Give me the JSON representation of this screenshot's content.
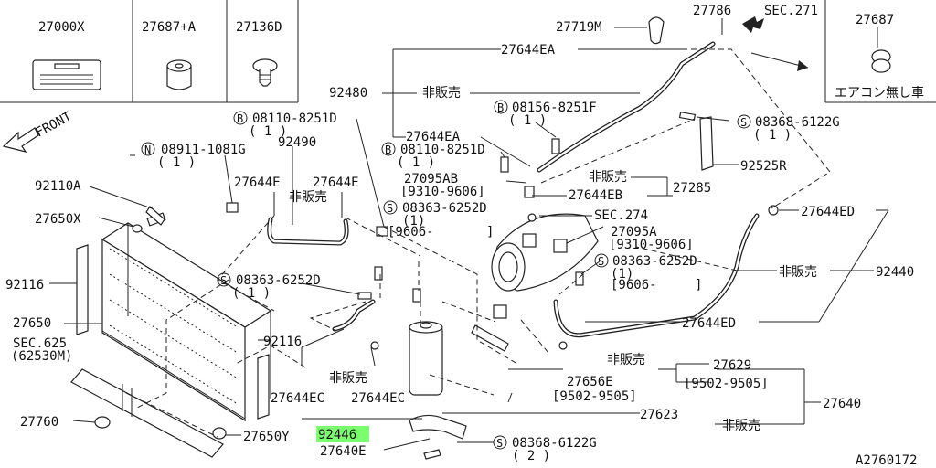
{
  "labels": {
    "p27000x": "27000X",
    "p27687a": "27687+A",
    "p27136d": "27136D",
    "p27719m": "27719M",
    "p27786": "27786",
    "sec271": "SEC.271",
    "p27687": "27687",
    "no_ac": "エアコン無し車",
    "front": "FRONT",
    "p27644ea_1": "27644EA",
    "p92480": "92480",
    "not_sold_1": "非販売",
    "b08110_1": "08110-8251D",
    "qty_1a": "( 1 )",
    "b08156": "08156-8251F",
    "qty_1b": "( 1 )",
    "s08368_1": "08368-6122G",
    "qty_1c": "( 1 )",
    "n08911": "08911-1081G",
    "qty_1d": "( 1 )",
    "p92490": "92490",
    "p27644ea_2": "27644EA",
    "b08110_2": "08110-8251D",
    "qty_1e": "( 1 )",
    "p92525r": "92525R",
    "p27644e_1": "27644E",
    "p27644e_2": "27644E",
    "not_sold_2": "非販売",
    "p27095ab": "27095AB",
    "date_9310_1": "[9310-9606]",
    "p27285": "27285",
    "not_sold_3": "非販売",
    "p27644eb": "27644EB",
    "p92110a": "92110A",
    "s08363_1": "08363-6252D",
    "qty_1f": "(1)",
    "date_9606_1": "[9606-",
    "bracket_1": "]",
    "sec274": "SEC.274",
    "p27644ed_1": "27644ED",
    "p27650x": "27650X",
    "p27095a": "27095A",
    "date_9310_2": "[9310-9606]",
    "s08363_2": "08363-6252D",
    "qty_1g": "(1)",
    "date_9606_2": "[9606-",
    "bracket_2": "]",
    "p92116_1": "92116",
    "s08363_3": "08363-6252D",
    "qty_1h": "( 1 )",
    "not_sold_4": "非販売",
    "p92440": "92440",
    "p27650": "27650",
    "p27644ed_2": "27644ED",
    "sec625": "SEC.625",
    "p62530m": "(62530M)",
    "p92116_2": "92116",
    "not_sold_5": "非販売",
    "p27629": "27629",
    "not_sold_6": "非販売",
    "p27656e": "27656E",
    "date_9502_1": "[9502-9505]",
    "date_9502_2": "[9502-9505]",
    "p27644ec_1": "27644EC",
    "p27644ec_2": "27644EC",
    "p27640": "27640",
    "p27623": "27623",
    "not_sold_7": "非販売",
    "p27760": "27760",
    "p92446": "92446",
    "p27650y": "27650Y",
    "p27640e": "27640E",
    "s08368_2": "08368-6122G",
    "qty_2": "( 2 )",
    "code": "A2760172",
    "mark_b": "B",
    "mark_n": "N",
    "mark_s": "S"
  },
  "highlight_color": "#7CFF6E"
}
